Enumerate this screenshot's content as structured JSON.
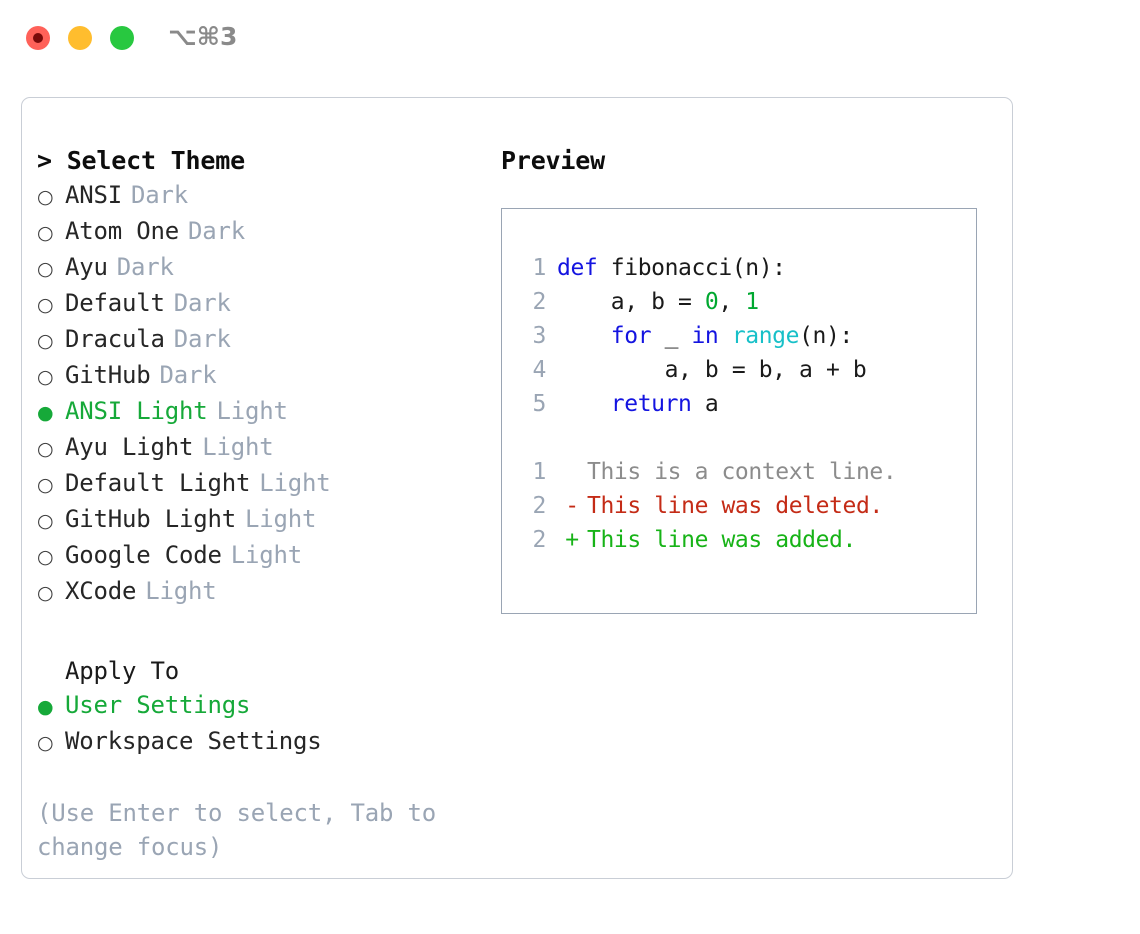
{
  "window": {
    "shortcut": "⌥⌘3",
    "traffic_lights": [
      {
        "name": "close",
        "color": "#ff6159"
      },
      {
        "name": "minimize",
        "color": "#ffbd2e"
      },
      {
        "name": "maximize",
        "color": "#28c840"
      }
    ]
  },
  "colors": {
    "accent_green": "#16a939",
    "muted": "#9aa5b4",
    "text": "#262626",
    "keyword_blue": "#1414e0",
    "function_cyan": "#18c0c8",
    "number_green": "#00a830",
    "diff_added": "#17b317",
    "diff_deleted": "#c42b16",
    "diff_context": "#8c8c8c",
    "panel_border": "#9aa5b4",
    "window_border": "#c9ced6"
  },
  "left": {
    "title": "> Select Theme",
    "bullet_off": "○",
    "bullet_on": "●",
    "themes": [
      {
        "name": "ANSI",
        "kind": "Dark",
        "selected": false
      },
      {
        "name": "Atom One",
        "kind": "Dark",
        "selected": false
      },
      {
        "name": "Ayu",
        "kind": "Dark",
        "selected": false
      },
      {
        "name": "Default",
        "kind": "Dark",
        "selected": false
      },
      {
        "name": "Dracula",
        "kind": "Dark",
        "selected": false
      },
      {
        "name": "GitHub",
        "kind": "Dark",
        "selected": false
      },
      {
        "name": "ANSI Light",
        "kind": "Light",
        "selected": true
      },
      {
        "name": "Ayu Light",
        "kind": "Light",
        "selected": false
      },
      {
        "name": "Default Light",
        "kind": "Light",
        "selected": false
      },
      {
        "name": "GitHub Light",
        "kind": "Light",
        "selected": false
      },
      {
        "name": "Google Code",
        "kind": "Light",
        "selected": false
      },
      {
        "name": "XCode",
        "kind": "Light",
        "selected": false
      }
    ],
    "apply_to": {
      "label": "Apply To",
      "options": [
        {
          "name": "User Settings",
          "selected": true
        },
        {
          "name": "Workspace Settings",
          "selected": false
        }
      ]
    },
    "hint": "(Use Enter to select, Tab to change focus)"
  },
  "right": {
    "title": "Preview",
    "code": {
      "lines": [
        {
          "no": "1",
          "tokens": [
            {
              "t": "def ",
              "c": "kw"
            },
            {
              "t": "fibonacci(n):",
              "c": "txt"
            }
          ]
        },
        {
          "no": "2",
          "tokens": [
            {
              "t": "    a, b = ",
              "c": "txt"
            },
            {
              "t": "0",
              "c": "num"
            },
            {
              "t": ", ",
              "c": "txt"
            },
            {
              "t": "1",
              "c": "num"
            }
          ]
        },
        {
          "no": "3",
          "tokens": [
            {
              "t": "    ",
              "c": "txt"
            },
            {
              "t": "for",
              "c": "kw"
            },
            {
              "t": " _ ",
              "c": "txt"
            },
            {
              "t": "in",
              "c": "kw"
            },
            {
              "t": " ",
              "c": "txt"
            },
            {
              "t": "range",
              "c": "fn"
            },
            {
              "t": "(n):",
              "c": "txt"
            }
          ]
        },
        {
          "no": "4",
          "tokens": [
            {
              "t": "        a, b = b, a + b",
              "c": "txt"
            }
          ]
        },
        {
          "no": "5",
          "tokens": [
            {
              "t": "    ",
              "c": "txt"
            },
            {
              "t": "return",
              "c": "kw"
            },
            {
              "t": " a",
              "c": "txt"
            }
          ]
        }
      ]
    },
    "diff": {
      "lines": [
        {
          "no": "1",
          "mark": " ",
          "text": "This is a context line.",
          "kind": "context"
        },
        {
          "no": "2",
          "mark": "-",
          "text": "This line was deleted.",
          "kind": "deleted"
        },
        {
          "no": "2",
          "mark": "+",
          "text": "This line was added.",
          "kind": "added"
        }
      ]
    }
  }
}
